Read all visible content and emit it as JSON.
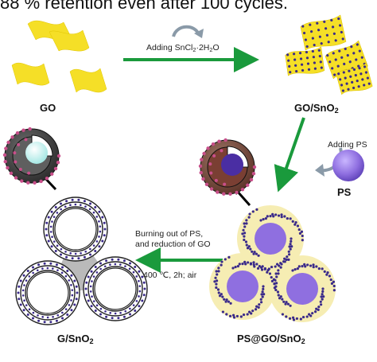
{
  "caption": "88 % retention even after 100 cycles.",
  "labels": {
    "go": "GO",
    "go_sno2_main": "GO/SnO",
    "go_sno2_sub": "2",
    "ps": "PS",
    "ps_go_sno2_main": "PS@GO/SnO",
    "ps_go_sno2_sub": "2",
    "g_sno2_main": "G/SnO",
    "g_sno2_sub": "2"
  },
  "steps": {
    "adding_sncl2_a": "Adding SnCl",
    "adding_sncl2_b": "2",
    "adding_sncl2_c": "·2H",
    "adding_sncl2_d": "2",
    "adding_sncl2_e": "O",
    "adding_ps": "Adding PS",
    "burning_line1": "Burning out of PS,",
    "burning_line2": "and reduction of GO",
    "conditions": "400 ℃, 2h; air"
  },
  "colors": {
    "go_sheet": "#f5df27",
    "arrow_green": "#1a9a3c",
    "ps_purple": "#8f6fe0",
    "sno2_dot": "#3a2a8a",
    "shell_pink": "#c84f8a",
    "halo": "#f6edb3",
    "link_gray": "#9a9a9a"
  }
}
